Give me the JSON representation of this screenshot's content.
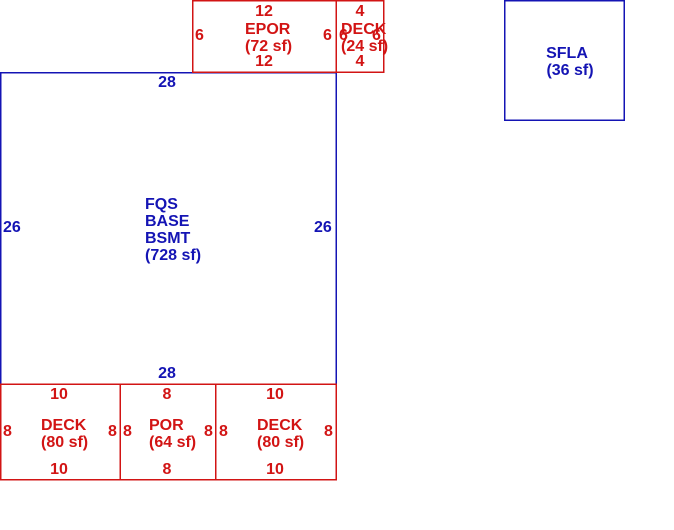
{
  "colors": {
    "main": "#1414b4",
    "addition": "#d21414"
  },
  "base": {
    "name_lines": [
      "FQS",
      "BASE",
      "BSMT"
    ],
    "area": "(728 sf)",
    "dims": {
      "top": "28",
      "bottom": "28",
      "left": "26",
      "right": "26"
    }
  },
  "epor": {
    "name": "EPOR",
    "area": "(72 sf)",
    "dims": {
      "top": "12",
      "bottom": "12",
      "left": "6",
      "right": "6"
    }
  },
  "deck_top": {
    "name": "DECK",
    "area": "(24 sf)",
    "dims": {
      "top": "4",
      "bottom": "4",
      "left": "6",
      "right": "6"
    }
  },
  "sfla": {
    "name": "SFLA",
    "area": "(36 sf)"
  },
  "deck_bl": {
    "name": "DECK",
    "area": "(80 sf)",
    "dims": {
      "top": "10",
      "bottom": "10",
      "left": "8",
      "right": "8"
    }
  },
  "por": {
    "name": "POR",
    "area": "(64 sf)",
    "dims": {
      "top": "8",
      "bottom": "8",
      "left": "8",
      "right": "8"
    }
  },
  "deck_br": {
    "name": "DECK",
    "area": "(80 sf)",
    "dims": {
      "top": "10",
      "bottom": "10",
      "left": "8",
      "right": "8"
    }
  }
}
